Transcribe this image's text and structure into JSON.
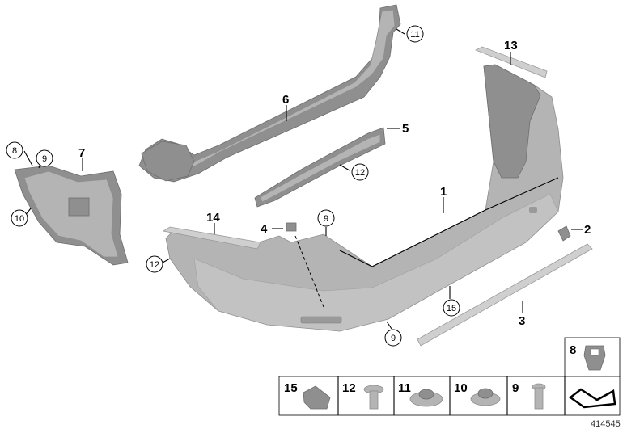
{
  "callouts": {
    "c1": "1",
    "c2": "2",
    "c3": "3",
    "c4": "4",
    "c5": "5",
    "c6": "6",
    "c7": "7",
    "c8": "8",
    "c9": "9",
    "c10": "10",
    "c11": "11",
    "c12": "12",
    "c13": "13",
    "c14": "14",
    "c15": "15"
  },
  "legend": {
    "cell_15": "15",
    "cell_12": "12",
    "cell_11": "11",
    "cell_10": "10",
    "cell_9": "9",
    "cell_8": "8"
  },
  "reference_number": "414545"
}
